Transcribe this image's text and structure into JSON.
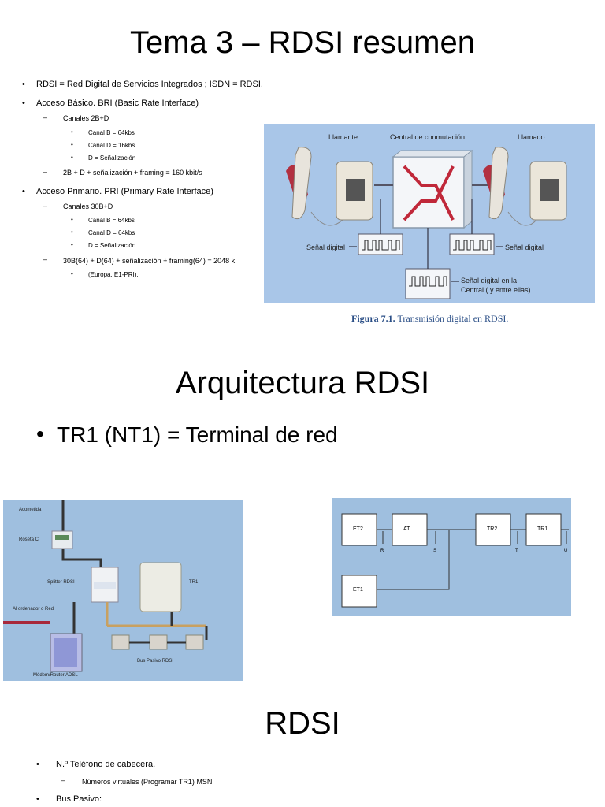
{
  "slide1": {
    "title": "Tema 3 – RDSI resumen",
    "bullets": [
      "RDSI = Red Digital de Servicios Integrados ; ISDN = RDSI.",
      "Acceso Básico.  BRI (Basic Rate Interface)",
      "Canales 2B+D",
      "Canal B = 64kbs",
      "Canal D = 16kbs",
      "D = Señalización",
      "2B + D + señalización + framing = 160 kbit/s",
      "Acceso Primario. PRI (Primary Rate Interface)",
      "Canales 30B+D",
      "Canal B = 64kbs",
      "Canal D = 64kbs",
      "D = Señalización",
      "30B(64) + D(64) + señalización + framing(64) = 2048 k",
      "(Europa. E1-PRI)."
    ],
    "figure": {
      "caller": "Llamante",
      "switch": "Central de conmutación",
      "callee": "Llamado",
      "signal_left": "Señal digital",
      "signal_right": "Señal digital",
      "signal_center_1": "Señal digital en la",
      "signal_center_2": "Central ( y entre ellas)",
      "caption_num": "Figura 7.1.",
      "caption_text": "Transmisión digital en RDSI."
    }
  },
  "slide2": {
    "title": "Arquitectura RDSI",
    "bullet": "TR1 (NT1) = Terminal de red",
    "install": {
      "acometida": "Acometida",
      "roseta": "Roseta C",
      "splitter": "Splitter RDSI",
      "tr1": "TR1",
      "ordenador": "Al ordenador o Red",
      "bus": "Bus Pasivo RDSI",
      "modem": "Módem/Router ADSL"
    },
    "blocks": {
      "et2": "ET2",
      "at": "AT",
      "tr2": "TR2",
      "tr1": "TR1",
      "et1": "ET1",
      "r": "R",
      "s": "S",
      "t": "T",
      "u": "U"
    }
  },
  "slide3": {
    "title": "RDSI",
    "bullets": [
      "N.º Teléfono de cabecera.",
      "Números virtuales (Programar TR1) MSN",
      "Bus Pasivo:"
    ]
  },
  "colors": {
    "figure_bg": "#a9c6e8",
    "accent_red": "#c0283a"
  }
}
